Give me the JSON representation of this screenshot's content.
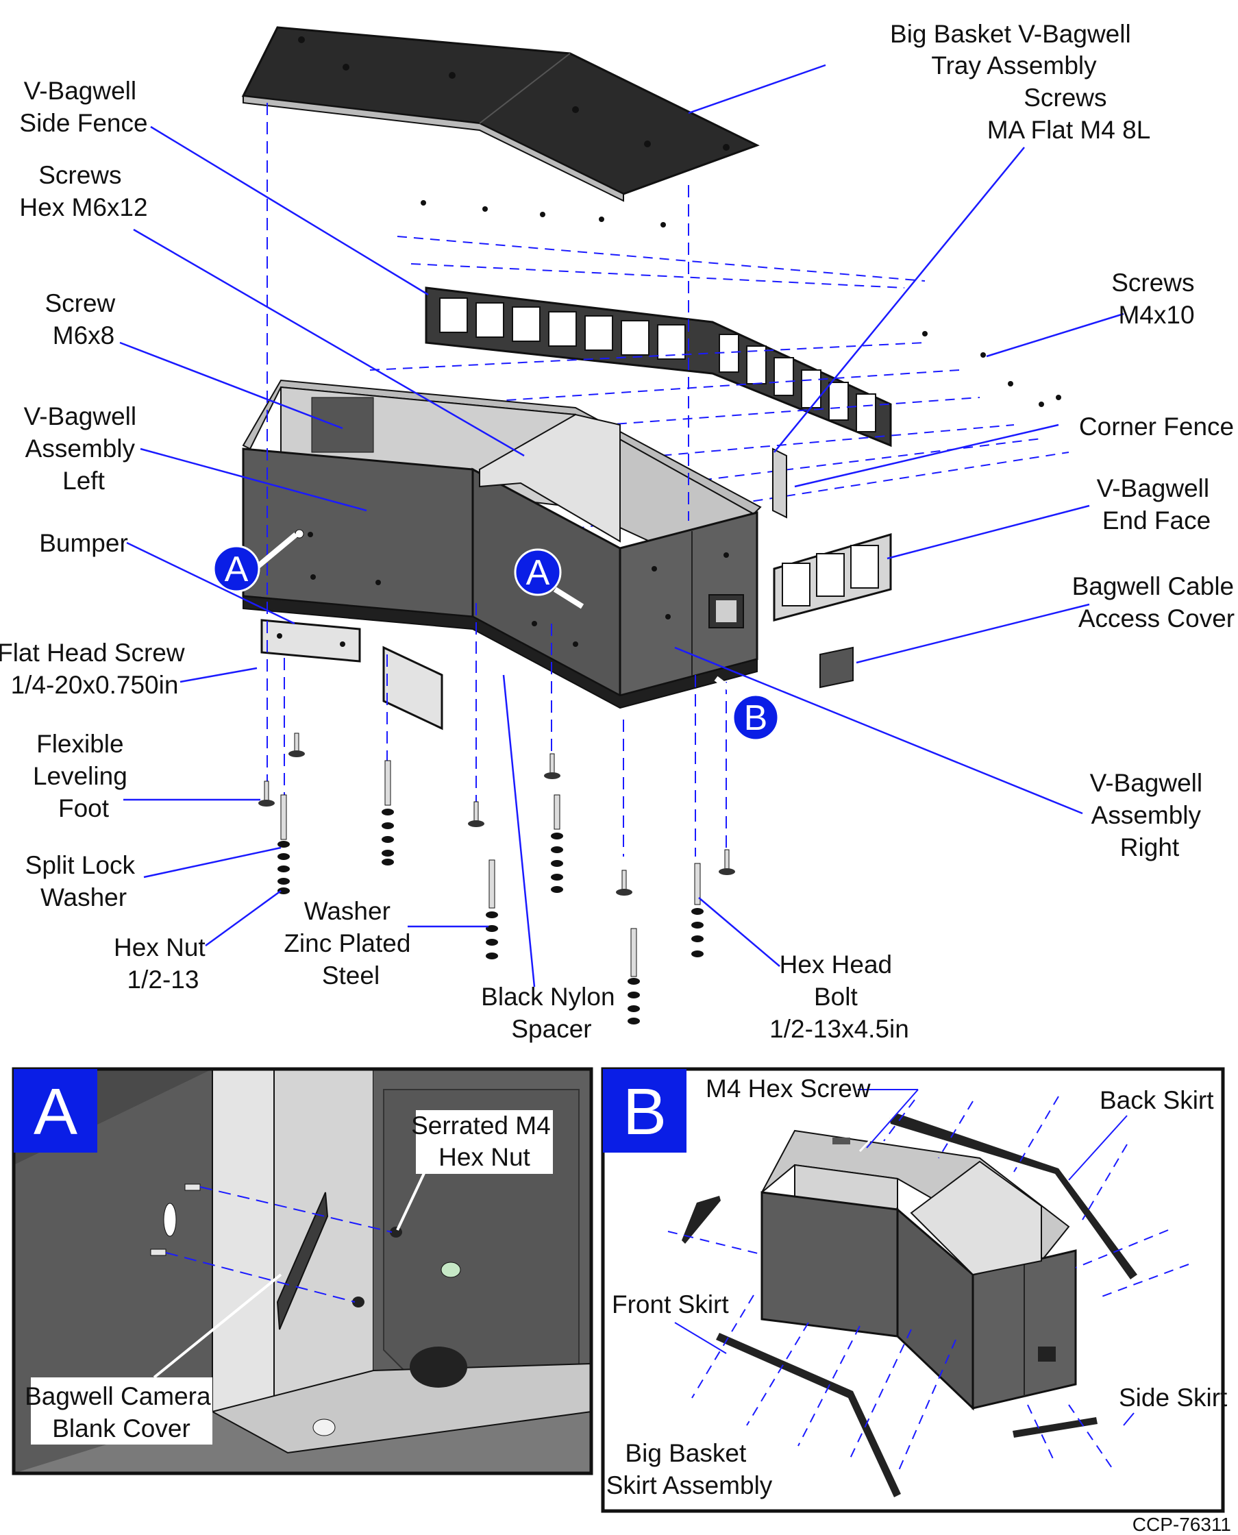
{
  "labels": {
    "tray_assembly": [
      "Big Basket V-Bagwell",
      "Tray Assembly"
    ],
    "side_fence": [
      "V-Bagwell",
      "Side Fence"
    ],
    "screws_flat": [
      "Screws",
      "MA Flat M4 8L"
    ],
    "screws_hex": [
      "Screws",
      "Hex M6x12"
    ],
    "screws_m4x10": [
      "Screws",
      "M4x10"
    ],
    "screw_m6x8": [
      "Screw",
      "M6x8"
    ],
    "assembly_left": [
      "V-Bagwell",
      "Assembly",
      "Left"
    ],
    "corner_fence": [
      "Corner Fence"
    ],
    "end_face": [
      "V-Bagwell",
      "End Face"
    ],
    "bumper": [
      "Bumper"
    ],
    "cable_cover": [
      "Bagwell Cable",
      "Access Cover"
    ],
    "flat_head_screw": [
      "Flat Head Screw",
      "1/4-20x0.750in"
    ],
    "leveling_foot": [
      "Flexible",
      "Leveling",
      "Foot"
    ],
    "assembly_right": [
      "V-Bagwell",
      "Assembly",
      "Right"
    ],
    "split_lock": [
      "Split Lock",
      "Washer"
    ],
    "washer": [
      "Washer",
      "Zinc Plated",
      "Steel"
    ],
    "hex_nut": [
      "Hex Nut",
      "1/2-13"
    ],
    "nylon_spacer": [
      "Black Nylon",
      "Spacer"
    ],
    "hex_bolt": [
      "Hex Head",
      "Bolt",
      "1/2-13x4.5in"
    ]
  },
  "callouts": {
    "a": "A",
    "b": "B"
  },
  "detail_a": {
    "letter": "A",
    "serrated_nut": [
      "Serrated M4",
      "Hex Nut"
    ],
    "camera_cover": [
      "Bagwell Camera",
      "Blank Cover"
    ]
  },
  "detail_b": {
    "letter": "B",
    "m4_screw": "M4 Hex Screw",
    "back_skirt": "Back Skirt",
    "front_skirt": "Front Skirt",
    "side_skirt": "Side Skirt",
    "skirt_assembly": [
      "Big Basket",
      "Skirt Assembly"
    ]
  },
  "figure_code": "CCP-76311",
  "colors": {
    "leader": "#1a1aff",
    "callout": "#0a1ee6",
    "panel": "#5a5a5a",
    "panel_light": "#d9d9d9",
    "dark": "#222222"
  }
}
